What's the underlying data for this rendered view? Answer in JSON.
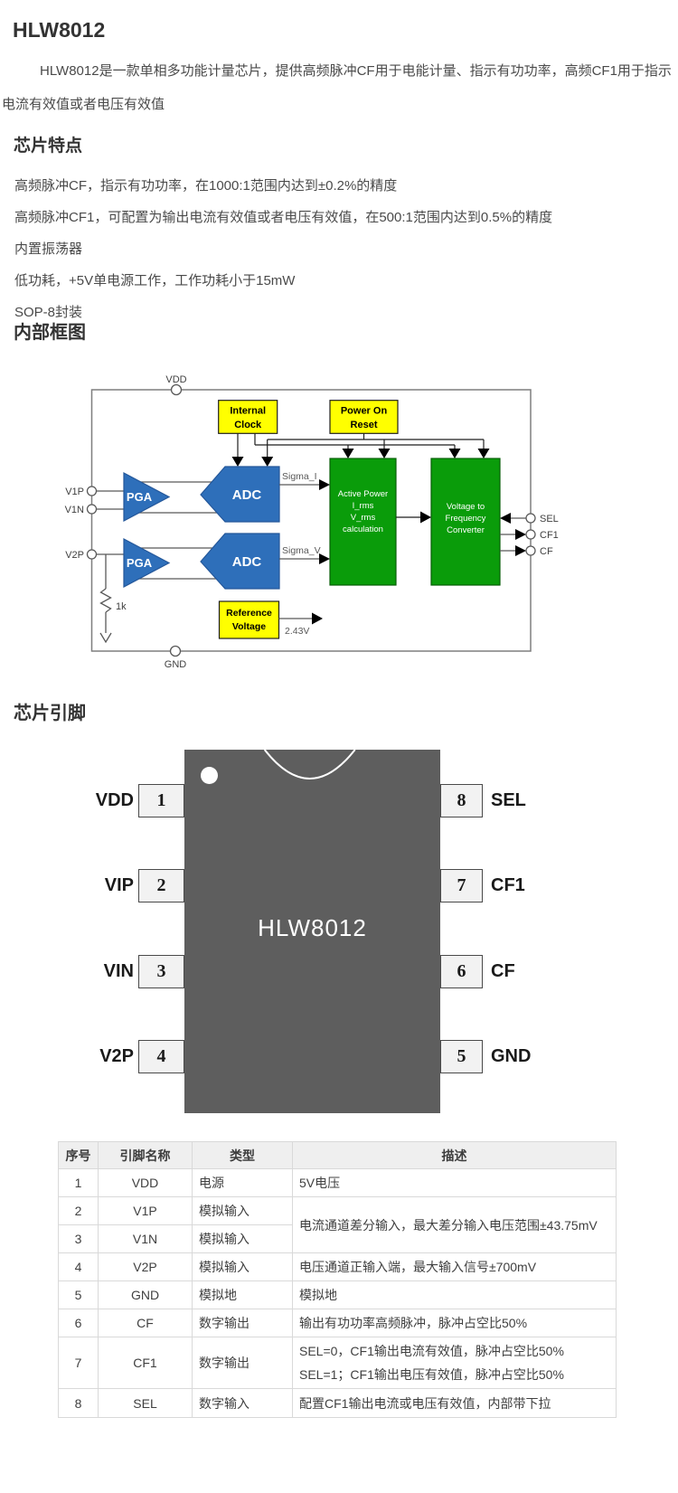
{
  "page": {
    "title": "HLW8012",
    "intro": "HLW8012是一款单相多功能计量芯片，提供高频脉冲CF用于电能计量、指示有功功率，高频CF1用于指示电流有效值或者电压有效值"
  },
  "features": {
    "heading": "芯片特点",
    "items": [
      "高频脉冲CF，指示有功功率，在1000:1范围内达到±0.2%的精度",
      "高频脉冲CF1，可配置为输出电流有效值或者电压有效值，在500:1范围内达到0.5%的精度",
      "内置振荡器",
      "低功耗，+5V单电源工作，工作功耗小于15mW",
      "SOP-8封装"
    ]
  },
  "block_diagram": {
    "heading": "内部框图",
    "colors": {
      "yellow": "#ffff00",
      "green": "#0a9c0a",
      "blue": "#2e6fba",
      "wire": "#595959"
    },
    "vdd": "VDD",
    "gnd": "GND",
    "internal_clock": {
      "line1": "Internal",
      "line2": "Clock"
    },
    "power_on_reset": {
      "line1": "Power On",
      "line2": "Reset"
    },
    "pga": "PGA",
    "adc": "ADC",
    "sigma_i": "Sigma_I",
    "sigma_v": "Sigma_V",
    "active_power": {
      "line1": "Active Power",
      "line2": "I_rms",
      "line3": "V_rms",
      "line4": "calculation"
    },
    "vtf": {
      "line1": "Voltage to",
      "line2": "Frequency",
      "line3": "Converter"
    },
    "reference": {
      "line1": "Reference",
      "line2": "Voltage"
    },
    "ref_value": "2.43V",
    "resistor": "1k",
    "v1p": "V1P",
    "v1n": "V1N",
    "v2p": "V2P",
    "sel": "SEL",
    "cf1": "CF1",
    "cf": "CF"
  },
  "chip": {
    "heading": "芯片引脚",
    "name": "HLW8012",
    "left_pins": [
      {
        "num": "1",
        "label": "VDD"
      },
      {
        "num": "2",
        "label": "VIP"
      },
      {
        "num": "3",
        "label": "VIN"
      },
      {
        "num": "4",
        "label": "V2P"
      }
    ],
    "right_pins": [
      {
        "num": "8",
        "label": "SEL"
      },
      {
        "num": "7",
        "label": "CF1"
      },
      {
        "num": "6",
        "label": "CF"
      },
      {
        "num": "5",
        "label": "GND"
      }
    ]
  },
  "pin_table": {
    "headers": {
      "no": "序号",
      "name": "引脚名称",
      "type": "类型",
      "desc": "描述"
    },
    "rows": [
      {
        "no": "1",
        "name": "VDD",
        "type": "电源",
        "desc": "5V电压"
      },
      {
        "no": "2",
        "name": "V1P",
        "type": "模拟输入",
        "desc_merged": "电流通道差分输入，最大差分输入电压范围±43.75mV"
      },
      {
        "no": "3",
        "name": "V1N",
        "type": "模拟输入"
      },
      {
        "no": "4",
        "name": "V2P",
        "type": "模拟输入",
        "desc": "电压通道正输入端，最大输入信号±700mV"
      },
      {
        "no": "5",
        "name": "GND",
        "type": "模拟地",
        "desc": "模拟地"
      },
      {
        "no": "6",
        "name": "CF",
        "type": "数字输出",
        "desc": "输出有功功率高频脉冲，脉冲占空比50%"
      },
      {
        "no": "7",
        "name": "CF1",
        "type": "数字输出",
        "desc_line1": "SEL=0，CF1输出电流有效值，脉冲占空比50%",
        "desc_line2": "SEL=1；CF1输出电压有效值，脉冲占空比50%"
      },
      {
        "no": "8",
        "name": "SEL",
        "type": "数字输入",
        "desc": "配置CF1输出电流或电压有效值，内部带下拉"
      }
    ]
  }
}
